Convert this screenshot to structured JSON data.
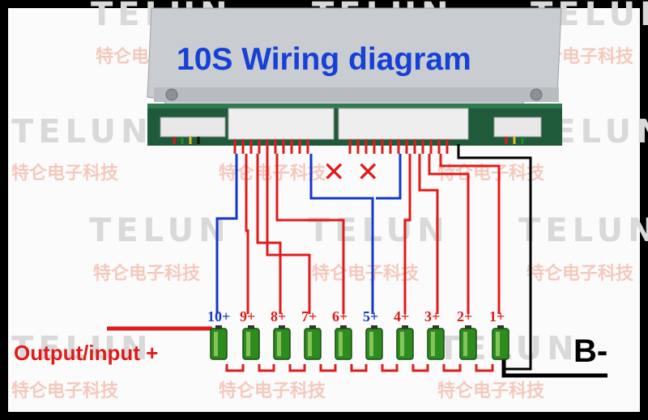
{
  "title": "10S Wiring diagram",
  "watermark": {
    "brand": "TELUN",
    "chinese": "特仑电子科技"
  },
  "labels": {
    "output": "Output/input +",
    "bminus": "B-"
  },
  "cells": [
    "10+",
    "9+",
    "8+",
    "7+",
    "6+",
    "5+",
    "4+",
    "3+",
    "2+",
    "1+"
  ],
  "marks": [
    "✕",
    "✕"
  ],
  "colors": {
    "title": "#1640d6",
    "wire_red": "#e01b1b",
    "wire_blue": "#1538c8",
    "wire_black": "#000000",
    "battery": "#2e8b1e"
  }
}
